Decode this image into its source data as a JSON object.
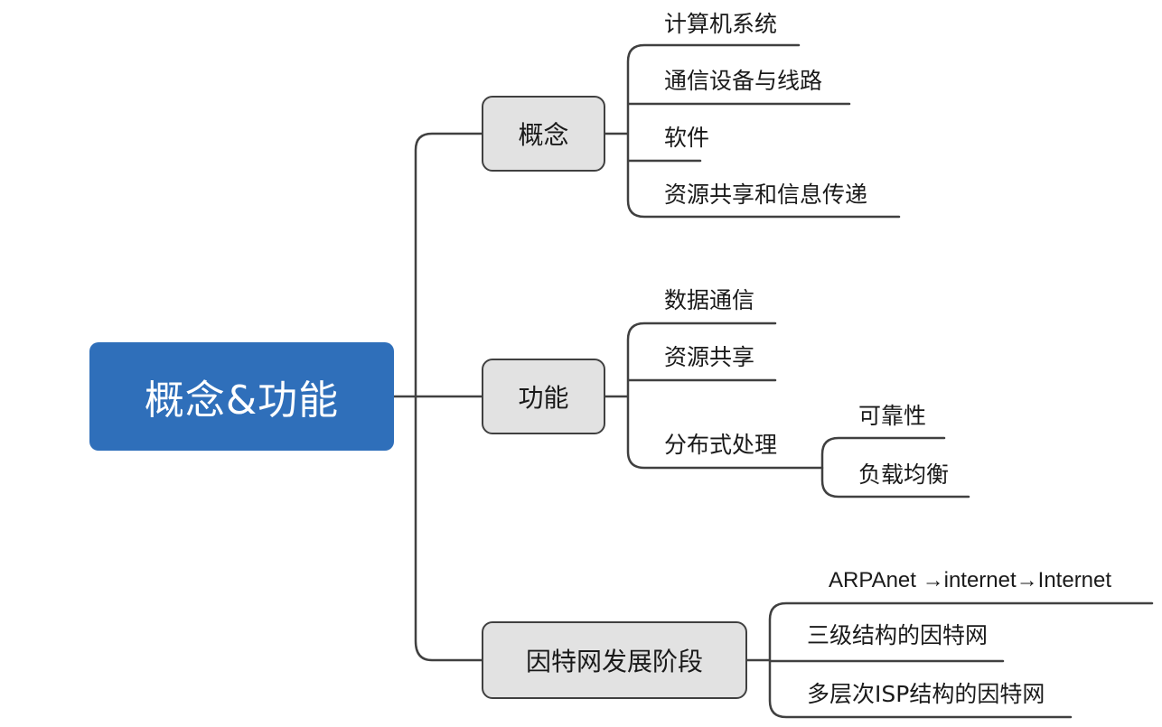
{
  "root": {
    "label": "概念&功能"
  },
  "branches": [
    {
      "label": "概念",
      "items": [
        "计算机系统",
        "通信设备与线路",
        "软件",
        "资源共享和信息传递"
      ]
    },
    {
      "label": "功能",
      "items": [
        "数据通信",
        "资源共享",
        "分布式处理"
      ],
      "sub_items": [
        "可靠性",
        "负载均衡"
      ]
    },
    {
      "label": "因特网发展阶段",
      "items": [
        "ARPAnet →internet→Internet",
        "三级结构的因特网",
        "多层次ISP结构的因特网"
      ]
    }
  ],
  "colors": {
    "root_fill": "#2f6fba",
    "branch_fill": "#e2e2e2",
    "line": "#404040"
  }
}
